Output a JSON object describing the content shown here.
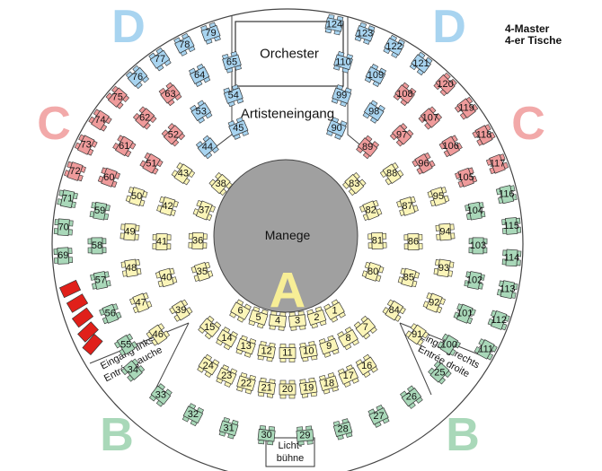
{
  "legend": {
    "line1": "4-Master",
    "line2": "4-er Tische"
  },
  "labels": {
    "orchester": "Orchester",
    "artisteneingang": "Artisteneingang",
    "manege": "Manege",
    "eingang_links_1": "Eingang links",
    "eingang_links_2": "Entrée gauche",
    "eingang_rechts_1": "Eingang rechts",
    "eingang_rechts_2": "Entrée droite",
    "lichtbuehne_1": "Licht-",
    "lichtbuehne_2": "bühne"
  },
  "sections": {
    "A": "A",
    "B": "B",
    "C": "C",
    "D": "D"
  },
  "colors": {
    "yellow": "#fbf5b8",
    "green": "#a9d8b9",
    "red": "#ef9b9b",
    "blue": "#a8d4f0",
    "dark_red": "#e0201a",
    "section_a": "#f7ee96",
    "section_b": "#a9d8b9",
    "section_c": "#f2a9a9",
    "section_d": "#a8d4f0",
    "manege": "#a0a0a0"
  },
  "tables": {
    "A_inner": [
      "1",
      "2",
      "3",
      "4",
      "5",
      "6"
    ],
    "A_mid": [
      "7",
      "8",
      "9",
      "10",
      "11",
      "12",
      "13",
      "14",
      "15"
    ],
    "A_outer": [
      "16",
      "17",
      "18",
      "19",
      "20",
      "21",
      "22",
      "23",
      "24"
    ],
    "B_outer": [
      "25",
      "26",
      "27",
      "28",
      "29",
      "30",
      "31",
      "32",
      "33",
      "34"
    ],
    "left_inner": [
      "35",
      "36",
      "37",
      "38"
    ],
    "left_mid": [
      "39",
      "40",
      "41",
      "42",
      "43",
      "44",
      "45"
    ],
    "left_outer": [
      "46",
      "47",
      "48",
      "49",
      "50",
      "51",
      "52",
      "53",
      "54"
    ],
    "left_far": [
      "55",
      "56",
      "57",
      "58",
      "59",
      "60",
      "61",
      "62",
      "63",
      "64",
      "65"
    ],
    "left_extreme": [
      "69",
      "70",
      "71",
      "72",
      "73",
      "74",
      "75",
      "76",
      "77",
      "78",
      "79"
    ],
    "right_inner": [
      "80",
      "81",
      "82",
      "83"
    ],
    "right_mid": [
      "84",
      "85",
      "86",
      "87",
      "88",
      "89",
      "90"
    ],
    "right_outer": [
      "91",
      "92",
      "93",
      "94",
      "95",
      "96",
      "97",
      "98",
      "99"
    ],
    "right_far": [
      "100",
      "101",
      "102",
      "103",
      "104",
      "105",
      "106",
      "107",
      "108",
      "109",
      "110"
    ],
    "right_extreme": [
      "111",
      "112",
      "113",
      "114",
      "115",
      "116",
      "117",
      "118",
      "119",
      "120",
      "121",
      "122",
      "123",
      "124"
    ]
  }
}
